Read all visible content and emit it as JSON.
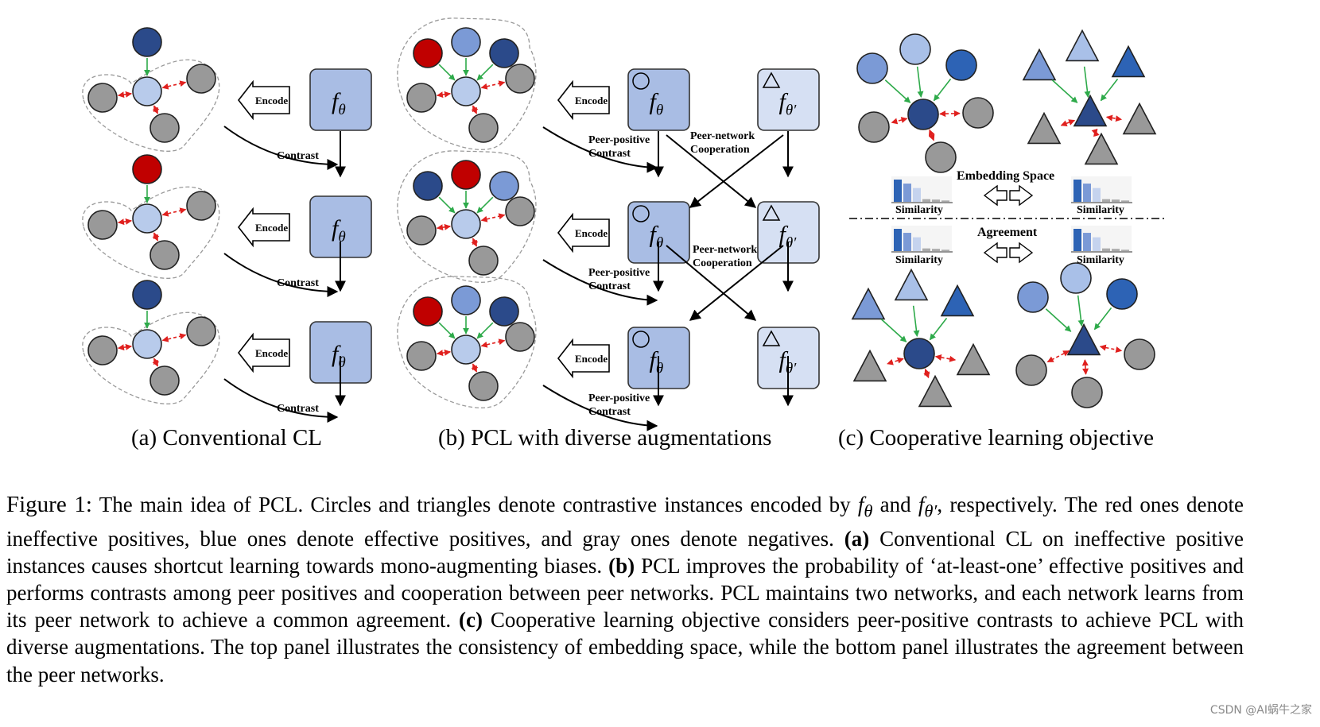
{
  "panels": {
    "a": {
      "caption": "(a)  Conventional CL",
      "encode_label": "Encode",
      "contrast_label": "Contrast",
      "encoder_symbol": "f",
      "encoder_sub": "θ"
    },
    "b": {
      "caption": "(b)  PCL with diverse augmentations",
      "encode_label": "Encode",
      "peer_positive_line1": "Peer-positive",
      "peer_positive_line2": "Contrast",
      "peer_network_line1": "Peer-network",
      "peer_network_line2": "Cooperation",
      "encoder_symbol": "f",
      "encoder_sub": "θ",
      "encoder2_sub": "θ′"
    },
    "c": {
      "caption": "(c)  Cooperative learning objective",
      "embedding_space": "Embedding Space",
      "agreement": "Agreement",
      "similarity": "Similarity"
    }
  },
  "caption": {
    "label": "Figure 1:",
    "part1": " The main idea of PCL. Circles and triangles denote contrastive instances encoded by ",
    "f_symbol": "f",
    "sub1": "θ",
    "and": " and ",
    "sub2": "θ′",
    "part2": ", respectively. The red ones denote ineffective positives, blue ones denote effective positives, and gray ones denote negatives. ",
    "a_tag": "(a)",
    "a_text": " Conventional CL on ineffective positive instances causes shortcut learning towards mono-augmenting biases. ",
    "b_tag": "(b)",
    "b_text": " PCL improves the probability of ‘at-least-one’ effective positives and performs contrasts among peer positives and cooperation between peer networks. PCL maintains two networks, and each network learns from its peer network to achieve a common agreement. ",
    "c_tag": "(c)",
    "c_text": " Cooperative learning objective considers peer-positive contrasts to achieve PCL with diverse augmentations. The top panel illustrates the consistency of embedding space, while the bottom panel illustrates the agreement between the peer networks."
  },
  "watermark": "CSDN @AI蜗牛之家",
  "colors": {
    "anchor": "#b8cbeb",
    "effective_dark": "#2b4a8a",
    "effective_mid": "#7b9ad6",
    "effective_light": "#a9c0e8",
    "effective_bright": "#2d63b5",
    "ineffective": "#c00000",
    "negative": "#999999",
    "encoder_box": "#a9bde4",
    "encoder2_box": "#d6e0f3",
    "green_arrow": "#2eaa4a",
    "red_arrow": "#e0201e",
    "bar_light": "#c5d3ee",
    "bar_gray": "#aaaaaa"
  }
}
